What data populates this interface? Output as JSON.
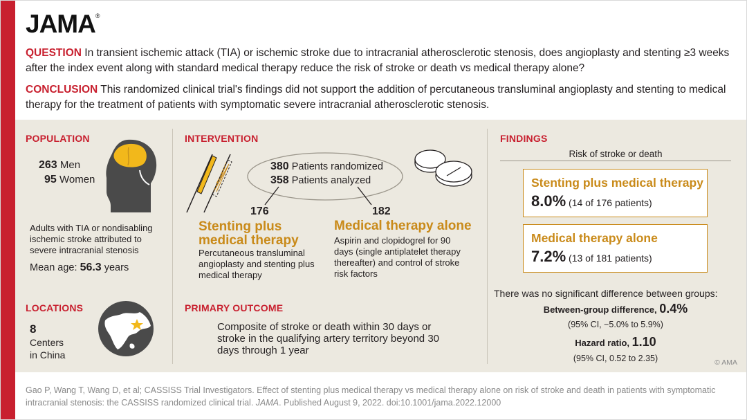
{
  "brand": {
    "logo": "JAMA",
    "reg": "®"
  },
  "question": {
    "label": "QUESTION",
    "text": " In transient ischemic attack (TIA) or ischemic stroke due to intracranial atherosclerotic stenosis, does angioplasty and stenting ≥3 weeks after the index event along with standard medical therapy reduce the risk of stroke or death vs medical therapy alone?"
  },
  "conclusion": {
    "label": "CONCLUSION",
    "text": " This randomized clinical trial's findings did not support the addition of percutaneous transluminal angioplasty and stenting to medical therapy for the treatment of patients with symptomatic severe intracranial atherosclerotic stenosis."
  },
  "population": {
    "heading": "POPULATION",
    "men_num": "263",
    "men_label": " Men",
    "women_num": "95",
    "women_label": " Women",
    "description": "Adults with TIA or nondisabling ischemic stroke attributed to severe intracranial stenosis",
    "age_label": "Mean age: ",
    "age_value": "56.3",
    "age_unit": " years"
  },
  "locations": {
    "heading": "LOCATIONS",
    "count": "8",
    "line1": "Centers",
    "line2": "in China"
  },
  "intervention": {
    "heading": "INTERVENTION",
    "randomized_num": "380",
    "randomized_label": " Patients randomized",
    "analyzed_num": "358",
    "analyzed_label": " Patients analyzed",
    "arm1": {
      "n": "176",
      "title1": "Stenting plus",
      "title2": "medical therapy",
      "desc": "Percutaneous transluminal angioplasty and stenting plus medical therapy"
    },
    "arm2": {
      "n": "182",
      "title": "Medical therapy alone",
      "desc": "Aspirin and clopidogrel for 90 days (single antiplatelet therapy thereafter) and control of stroke risk factors"
    }
  },
  "outcome": {
    "heading": "PRIMARY OUTCOME",
    "text": "Composite of stroke or death within 30 days or stroke in the qualifying artery territory beyond 30 days through 1 year"
  },
  "findings": {
    "heading": "FINDINGS",
    "subheading": "Risk of stroke or death",
    "box1": {
      "title": "Stenting plus medical therapy",
      "value": "8.0%",
      "detail": " (14 of 176 patients)"
    },
    "box2": {
      "title": "Medical therapy alone",
      "value": "7.2%",
      "detail": " (13 of 181 patients)"
    },
    "summary": "There was no significant difference between groups:",
    "diff_label": "Between-group difference, ",
    "diff_value": "0.4%",
    "diff_ci": "(95% CI, −5.0% to 5.9%)",
    "hr_label": "Hazard ratio, ",
    "hr_value": "1.10",
    "hr_ci": "(95% CI, 0.52 to 2.35)"
  },
  "copyright": "© AMA",
  "citation": {
    "pre": "Gao P, Wang T, Wang D, et al; CASSISS Trial Investigators. Effect of stenting plus medical therapy vs medical therapy alone on risk of stroke and death in patients with symptomatic intracranial stenosis: the CASSISS randomized clinical trial. ",
    "journal": "JAMA",
    "post": ". Published August 9, 2022. doi:10.1001/jama.2022.12000"
  },
  "colors": {
    "accent": "#c8202f",
    "orange": "#c98a19",
    "panel": "#ece9e0"
  },
  "icons": [
    "head-silhouette-icon",
    "globe-icon",
    "stent-icon",
    "pill-icon"
  ]
}
